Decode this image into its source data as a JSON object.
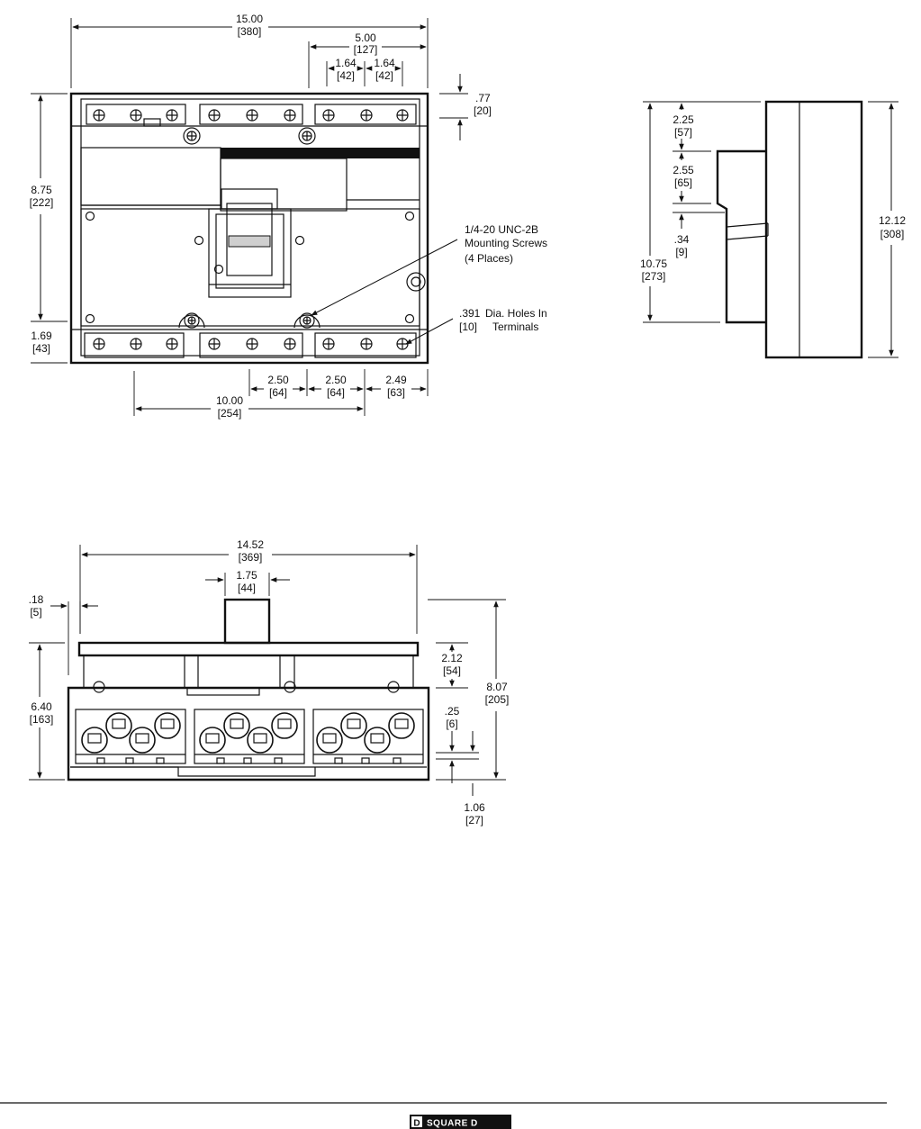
{
  "front_view": {
    "dims": {
      "overall_width": {
        "in": "15.00",
        "mm": "[380]"
      },
      "top_right": {
        "in": "5.00",
        "mm": "[127]"
      },
      "pole_pitch_1": {
        "in": "1.64",
        "mm": "[42]"
      },
      "pole_pitch_2": {
        "in": "1.64",
        "mm": "[42]"
      },
      "top_offset": {
        "in": ".77",
        "mm": "[20]"
      },
      "height": {
        "in": "8.75",
        "mm": "[222]"
      },
      "bottom_offset": {
        "in": "1.69",
        "mm": "[43]"
      },
      "spacing_a": {
        "in": "2.50",
        "mm": "[64]"
      },
      "spacing_b": {
        "in": "2.50",
        "mm": "[64]"
      },
      "spacing_c": {
        "in": "2.49",
        "mm": "[63]"
      },
      "mount_span": {
        "in": "10.00",
        "mm": "[254]"
      }
    },
    "callouts": {
      "screws_line1": "1/4-20 UNC-2B",
      "screws_line2": "Mounting Screws",
      "screws_line3": "(4 Places)",
      "holes_dim_in": ".391",
      "holes_dim_mm": "[10]",
      "holes_line1": "Dia. Holes In",
      "holes_line2": "Terminals"
    }
  },
  "side_view": {
    "dims": {
      "top_seg": {
        "in": "2.25",
        "mm": "[57]"
      },
      "mid_seg": {
        "in": "2.55",
        "mm": "[65]"
      },
      "handle": {
        "in": ".34",
        "mm": "[9]"
      },
      "total_left": {
        "in": "10.75",
        "mm": "[273]"
      },
      "total_right": {
        "in": "12.12",
        "mm": "[308]"
      }
    }
  },
  "end_view": {
    "dims": {
      "width": {
        "in": "14.52",
        "mm": "[369]"
      },
      "handle_width": {
        "in": "1.75",
        "mm": "[44]"
      },
      "offset": {
        "in": ".18",
        "mm": "[5]"
      },
      "height": {
        "in": "6.40",
        "mm": "[163]"
      },
      "handle_height": {
        "in": "2.12",
        "mm": "[54]"
      },
      "overall_height": {
        "in": "8.07",
        "mm": "[205]"
      },
      "lug": {
        "in": ".25",
        "mm": "[6]"
      },
      "base": {
        "in": "1.06",
        "mm": "[27]"
      }
    }
  },
  "footer": {
    "logo_mark": "D",
    "logo_text": "SQUARE D"
  }
}
